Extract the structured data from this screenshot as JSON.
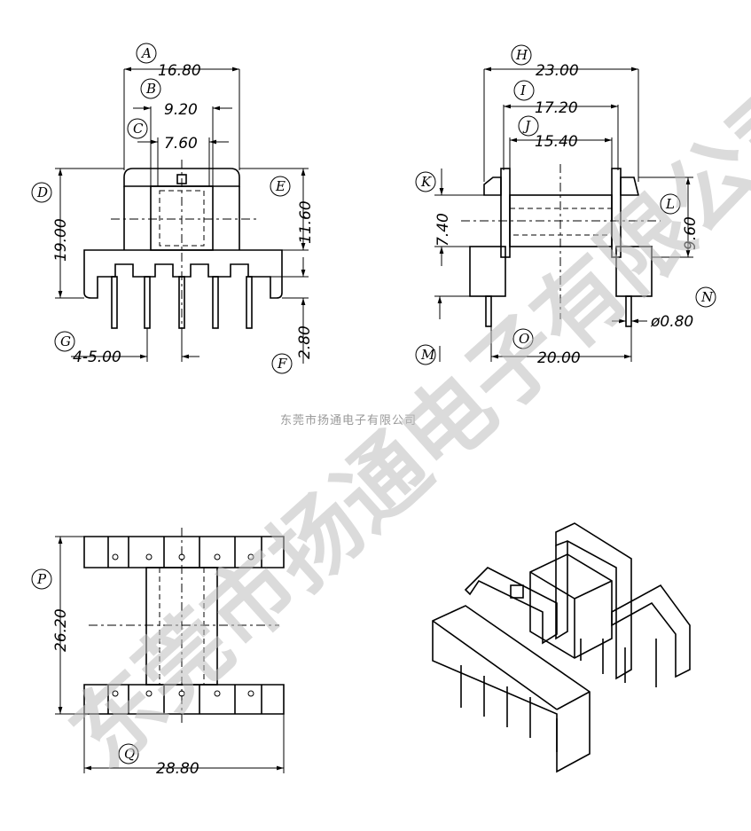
{
  "company": "东莞市扬通电子有限公司",
  "watermark": "东莞市扬通电子有限公司",
  "dimensions": {
    "A": "16.80",
    "B": "9.20",
    "C": "7.60",
    "D": "19.00",
    "E": "11.60",
    "F": "2.80",
    "G": "4-5.00",
    "H": "23.00",
    "I": "17.20",
    "J": "15.40",
    "K": "7.40",
    "L": "9.60",
    "M": "",
    "N": "ø0.80",
    "O": "20.00",
    "P": "26.20",
    "Q": "28.80"
  },
  "callouts": [
    "A",
    "B",
    "C",
    "D",
    "E",
    "F",
    "G",
    "H",
    "I",
    "J",
    "K",
    "L",
    "M",
    "N",
    "O",
    "P",
    "Q"
  ]
}
